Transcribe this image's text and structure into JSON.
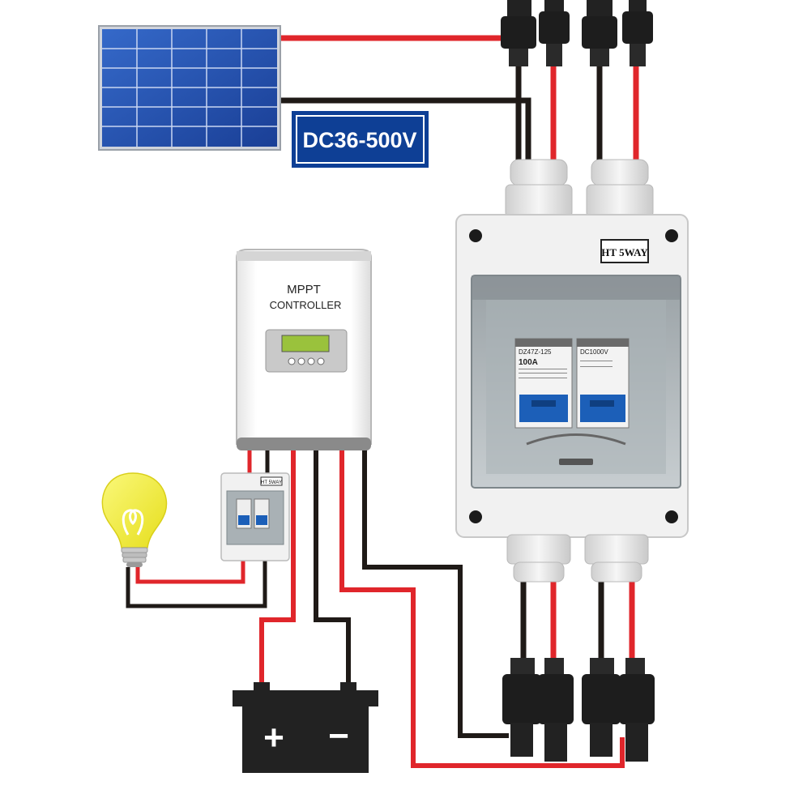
{
  "solar_panel": {
    "voltage_label": "DC36-500V"
  },
  "controller": {
    "line1": "MPPT",
    "line2": "CONTROLLER"
  },
  "combiner_box": {
    "tag": "HT 5WAY",
    "breaker_left": {
      "model": "DZ47Z-125",
      "rating": "100A"
    },
    "breaker_right": {
      "model": "DC1000V"
    }
  },
  "small_box": {
    "tag": "HT 5WAY"
  },
  "battery": {
    "plus": "+",
    "minus": "−"
  },
  "colors": {
    "wire_positive": "#e0262b",
    "wire_negative": "#1f1a17",
    "label_blue": "#0e3f95",
    "panel_blue": "#1f4fb0",
    "bulb_yellow": "#f2ee3a"
  }
}
